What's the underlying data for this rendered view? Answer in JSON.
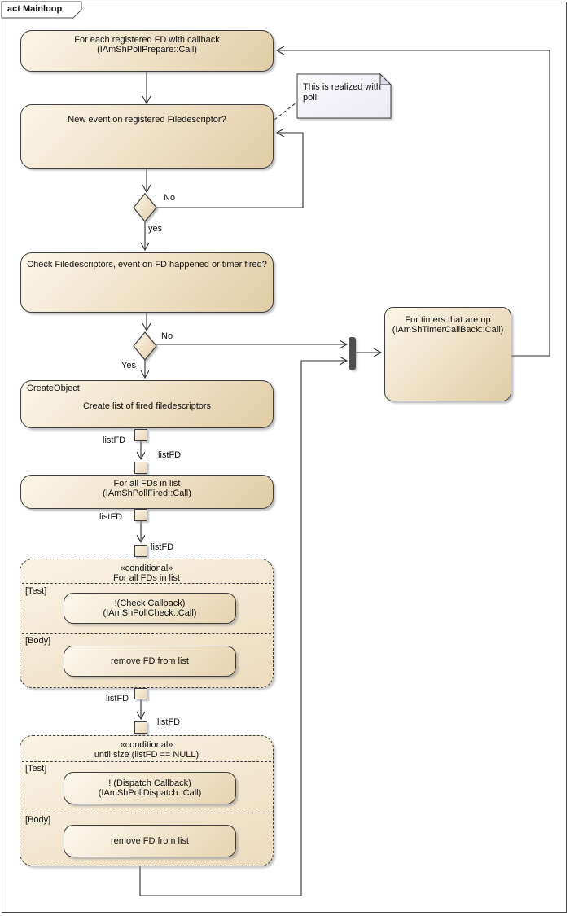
{
  "colors": {
    "activity_fill_light": "#fcf6e9",
    "activity_fill_dark": "#e1cda6",
    "region_fill_light": "#faf3e5",
    "region_fill_dark": "#ecdcbe",
    "note_fill_light": "#fbfafd",
    "note_fill_dark": "#eceaf4",
    "border": "#3e3e3e",
    "connector": "#2e2e2e",
    "sync_bar": "#4f4f4f",
    "background": "#ffffff"
  },
  "frame": {
    "title": "act Mainloop"
  },
  "activities": {
    "prepare": {
      "line1": "For each registered FD with callback",
      "line2": "(IAmShPollPrepare::Call)"
    },
    "new_event": {
      "text": "New event on registered Filedescriptor?"
    },
    "check_fds": {
      "text": "Check Filedescriptors, event on FD happened or timer fired?"
    },
    "create_object": {
      "stereotype": "CreateObject",
      "text": "Create list of fired filedescriptors"
    },
    "for_all_fds": {
      "line1": "For all FDs in list",
      "line2": "(IAmShPollFired::Call)"
    },
    "timers": {
      "line1": "For timers that are up",
      "line2": "(IAmShTimerCallBack::Call)"
    }
  },
  "decisions": {
    "new_event_check": {
      "no_label": "No",
      "yes_label": "yes"
    },
    "fd_or_timer_check": {
      "no_label": "No",
      "yes_label": "Yes"
    }
  },
  "note": {
    "text": "This is realized with poll"
  },
  "pin_label": "listFD",
  "regions": {
    "check_loop": {
      "stereotype": "«conditional»",
      "title": "For all FDs in list",
      "test_label": "[Test]",
      "test": {
        "line1": "!(Check Callback)",
        "line2": "(IAmShPollCheck::Call)"
      },
      "body_label": "[Body]",
      "body": {
        "text": "remove FD from list"
      }
    },
    "dispatch_loop": {
      "stereotype": "«conditional»",
      "title": "until size (listFD == NULL)",
      "test_label": "[Test]",
      "test": {
        "line1": "! (Dispatch Callback)",
        "line2": "(IAmShPollDispatch::Call)"
      },
      "body_label": "[Body]",
      "body": {
        "text": "remove FD from list"
      }
    }
  }
}
